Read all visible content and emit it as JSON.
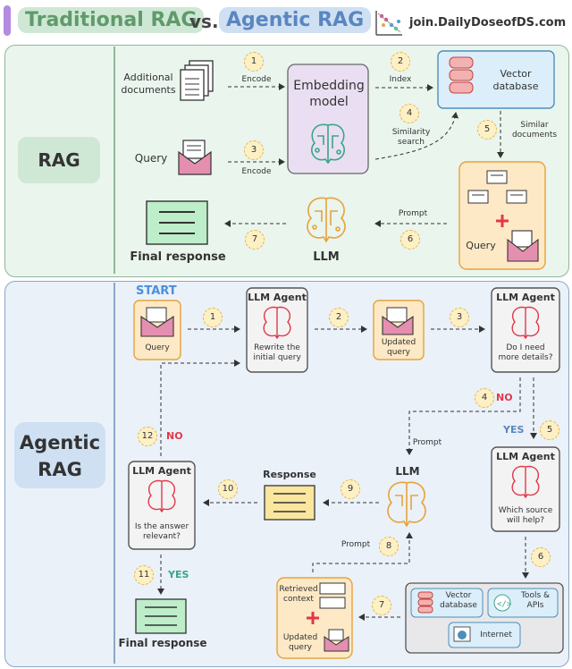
{
  "header": {
    "title_part1": "Traditional RAG",
    "title_vs": "vs.",
    "title_part2": "Agentic RAG",
    "site": "join.DailyDoseofDS.com"
  },
  "rag": {
    "section_label": "RAG",
    "additional_docs": "Additional documents",
    "query": "Query",
    "encode1": "Encode",
    "encode2": "Encode",
    "embedding_model": "Embedding model",
    "index": "Index",
    "vector_db": "Vector database",
    "similarity_search": "Similarity search",
    "similar_docs": "Similar documents",
    "query_box": "Query",
    "prompt": "Prompt",
    "llm": "LLM",
    "final_response": "Final response",
    "steps": [
      "1",
      "2",
      "3",
      "4",
      "5",
      "6",
      "7"
    ]
  },
  "agentic": {
    "section_label": "Agentic RAG",
    "start": "START",
    "query": "Query",
    "agent1_title": "LLM Agent",
    "agent1_text": "Rewrite the initial query",
    "updated_query": "Updated query",
    "agent2_title": "LLM Agent",
    "agent2_text": "Do I need more details?",
    "no1": "NO",
    "yes1": "YES",
    "prompt1": "Prompt",
    "agent3_title": "LLM Agent",
    "agent3_text": "Which source will help?",
    "llm": "LLM",
    "response": "Response",
    "agent4_title": "LLM Agent",
    "agent4_text": "Is the answer relevant?",
    "no2": "NO",
    "yes2": "YES",
    "prompt2": "Prompt",
    "retrieved_context": "Retrieved context",
    "updated_query2": "Updated query",
    "vector_db": "Vector database",
    "tools": "Tools & APIs",
    "internet": "Internet",
    "final_response": "Final response",
    "steps": [
      "1",
      "2",
      "3",
      "4",
      "5",
      "6",
      "7",
      "8",
      "9",
      "10",
      "11",
      "12"
    ]
  },
  "colors": {
    "rag_panel": "#eaf5ee",
    "agentic_panel": "#eaf1f8",
    "rag_title_bg": "#cfe8d5",
    "rag_title_fg": "#5f9a6b",
    "agentic_title_bg": "#cfe0f3",
    "agentic_title_fg": "#5a86c0",
    "accent_red": "#e0384a",
    "accent_orange": "#e8a23a"
  }
}
